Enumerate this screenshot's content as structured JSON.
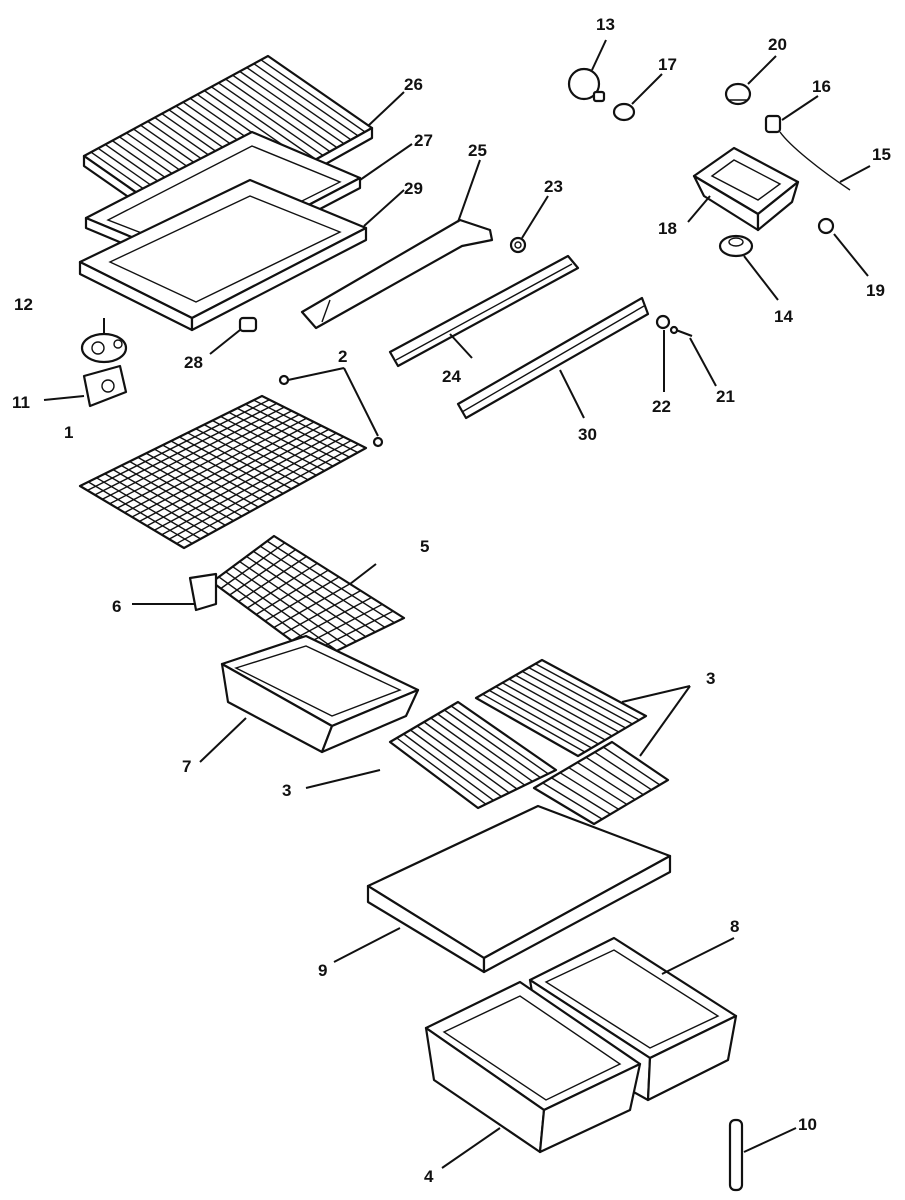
{
  "callouts": [
    {
      "id": "c1",
      "text": "1"
    },
    {
      "id": "c2",
      "text": "2"
    },
    {
      "id": "c3a",
      "text": "3"
    },
    {
      "id": "c3b",
      "text": "3"
    },
    {
      "id": "c4",
      "text": "4"
    },
    {
      "id": "c5",
      "text": "5"
    },
    {
      "id": "c6",
      "text": "6"
    },
    {
      "id": "c7",
      "text": "7"
    },
    {
      "id": "c8",
      "text": "8"
    },
    {
      "id": "c9",
      "text": "9"
    },
    {
      "id": "c10",
      "text": "10"
    },
    {
      "id": "c11",
      "text": "11"
    },
    {
      "id": "c12",
      "text": "12"
    },
    {
      "id": "c13",
      "text": "13"
    },
    {
      "id": "c14",
      "text": "14"
    },
    {
      "id": "c15",
      "text": "15"
    },
    {
      "id": "c16",
      "text": "16"
    },
    {
      "id": "c17",
      "text": "17"
    },
    {
      "id": "c18",
      "text": "18"
    },
    {
      "id": "c19",
      "text": "19"
    },
    {
      "id": "c20",
      "text": "20"
    },
    {
      "id": "c21",
      "text": "21"
    },
    {
      "id": "c22",
      "text": "22"
    },
    {
      "id": "c23",
      "text": "23"
    },
    {
      "id": "c24",
      "text": "24"
    },
    {
      "id": "c25",
      "text": "25"
    },
    {
      "id": "c26",
      "text": "26"
    },
    {
      "id": "c27",
      "text": "27"
    },
    {
      "id": "c28",
      "text": "28"
    },
    {
      "id": "c29",
      "text": "29"
    },
    {
      "id": "c30",
      "text": "30"
    }
  ]
}
